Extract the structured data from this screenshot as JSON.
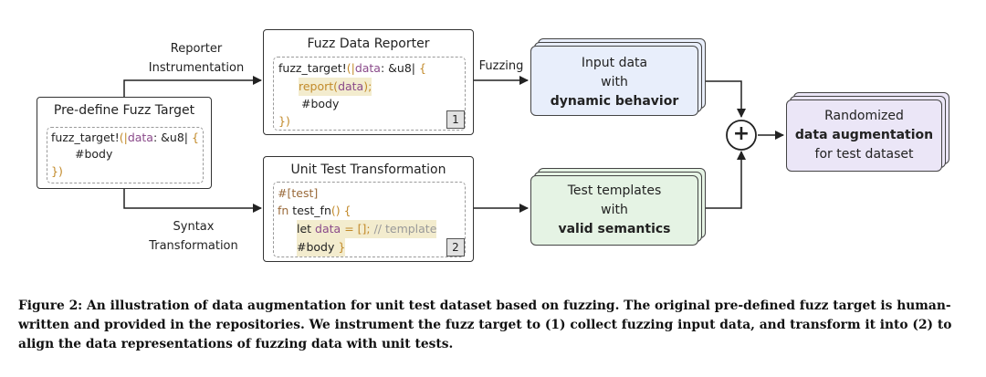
{
  "edges": {
    "reporter_instrumentation": [
      "Reporter",
      "Instrumentation"
    ],
    "syntax_transformation": [
      "Syntax",
      "Transformation"
    ],
    "fuzzing": "Fuzzing"
  },
  "predefine": {
    "title": "Pre-define Fuzz Target",
    "code": {
      "l1_a": "fuzz_target!",
      "l1_b": "(|",
      "l1_c": "data",
      "l1_d": ": &u8|",
      "l1_e": " {",
      "l2": "#body",
      "l3": "})"
    }
  },
  "reporter": {
    "title": "Fuzz Data Reporter",
    "badge": "1",
    "code": {
      "l1_a": "fuzz_target!",
      "l1_b": "(|",
      "l1_c": "data",
      "l1_d": ": &u8|",
      "l1_e": " {",
      "l2_a": "report(",
      "l2_b": "data",
      "l2_c": ");",
      "l3": "#body",
      "l4": "})"
    }
  },
  "unit_test": {
    "title": "Unit Test Transformation",
    "badge": "2",
    "code": {
      "l1": "#[test]",
      "l2_a": "fn",
      "l2_b": " test_fn",
      "l2_c": "() {",
      "l3_a": "let",
      "l3_b": " data",
      "l3_c": " = []; ",
      "l3_d": "// template",
      "l4_a": "#body",
      "l4_b": " }"
    }
  },
  "input_data": {
    "line1": "Input data",
    "line2": "with",
    "line3": "dynamic behavior",
    "color": "#e8eefb"
  },
  "test_templates": {
    "line1": "Test templates",
    "line2": "with",
    "line3": "valid semantics",
    "color": "#e5f3e4"
  },
  "randomized": {
    "line1": "Randomized",
    "line2": "data augmentation",
    "line3": "for test dataset",
    "color": "#ebe6f7"
  },
  "plus_symbol": "+",
  "caption": "Figure 2: An illustration of data augmentation for unit test dataset based on fuzzing. The original pre-defined fuzz target is human-written and provided in the repositories. We instrument the fuzz target to (1) collect fuzzing input data, and transform it into (2) to align the data representations of fuzzing data with unit tests."
}
